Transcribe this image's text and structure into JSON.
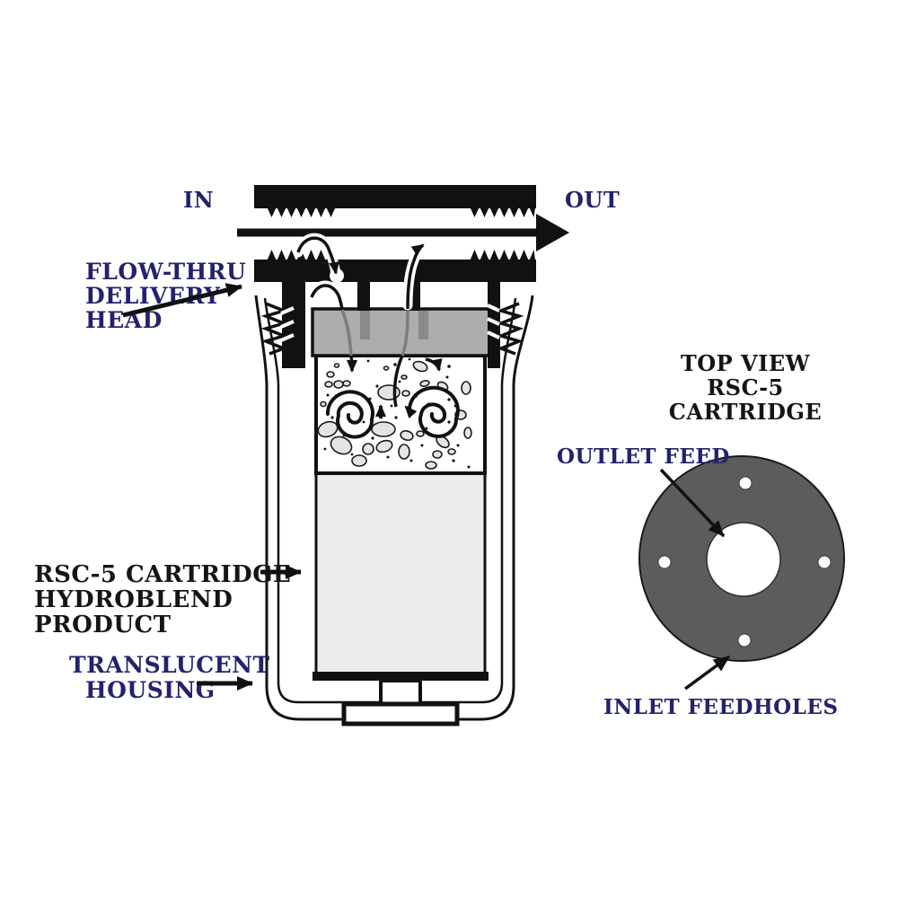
{
  "figure": {
    "type": "technical-diagram",
    "subject": "RSC-5 cartridge flow-thru feeder: side cross-section and cartridge top view"
  },
  "left_diagram": {
    "in_label": "IN",
    "out_label": "OUT",
    "flow_thru": [
      "FLOW-THRU",
      "DELIVERY",
      "HEAD"
    ],
    "cartridge": [
      "RSC-5 CARTRIDGE",
      "HYDROBLEND",
      "PRODUCT"
    ],
    "housing": [
      "TRANSLUCENT",
      "HOUSING"
    ]
  },
  "right_diagram": {
    "title": [
      "TOP VIEW",
      "RSC-5",
      "CARTRIDGE"
    ],
    "outlet_label": "OUTLET FEED",
    "inlet_label": "INLET FEEDHOLES"
  },
  "colors": {
    "background": "#ffffff",
    "line_black": "#111111",
    "label_blue": "#24226b",
    "label_black": "#151515",
    "cap_gray": "#adadad",
    "product_gray": "#ececec",
    "pebble_gray": "#e4e4e4",
    "disc_gray": "#5c5c5c"
  }
}
